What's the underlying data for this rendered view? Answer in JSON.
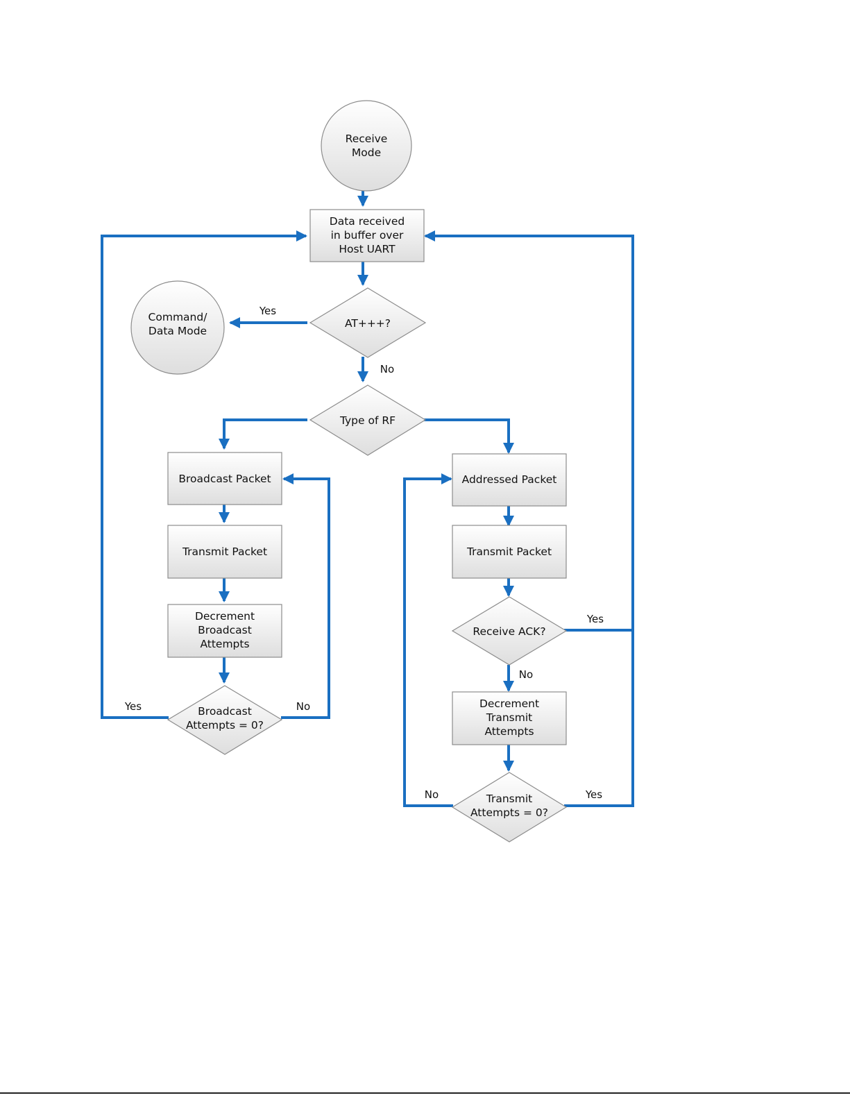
{
  "colors": {
    "connector": "#1a6fc1",
    "node_fill_light": "#ffffff",
    "node_fill_dark": "#dedede",
    "node_border": "#8c8c8c"
  },
  "nodes": {
    "receive_mode": [
      "Receive",
      "Mode"
    ],
    "data_received": [
      "Data received",
      "in buffer over",
      "Host UART"
    ],
    "at_check": [
      "AT+++?"
    ],
    "command_mode": [
      "Command/",
      "Data Mode"
    ],
    "type_of_rf": [
      "Type of RF"
    ],
    "broadcast_packet": [
      "Broadcast Packet"
    ],
    "transmit_packet_left": [
      "Transmit Packet"
    ],
    "decrement_broadcast": [
      "Decrement",
      "Broadcast",
      "Attempts"
    ],
    "broadcast_zero": [
      "Broadcast",
      "Attempts = 0?"
    ],
    "addressed_packet": [
      "Addressed Packet"
    ],
    "transmit_packet_right": [
      "Transmit Packet"
    ],
    "receive_ack": [
      "Receive ACK?"
    ],
    "decrement_transmit": [
      "Decrement",
      "Transmit",
      "Attempts"
    ],
    "transmit_zero": [
      "Transmit",
      "Attempts = 0?"
    ]
  },
  "edge_labels": {
    "at_yes": "Yes",
    "at_no": "No",
    "broadcast_yes": "Yes",
    "broadcast_no": "No",
    "ack_yes": "Yes",
    "ack_no": "No",
    "transmit_no": "No",
    "transmit_yes": "Yes"
  }
}
